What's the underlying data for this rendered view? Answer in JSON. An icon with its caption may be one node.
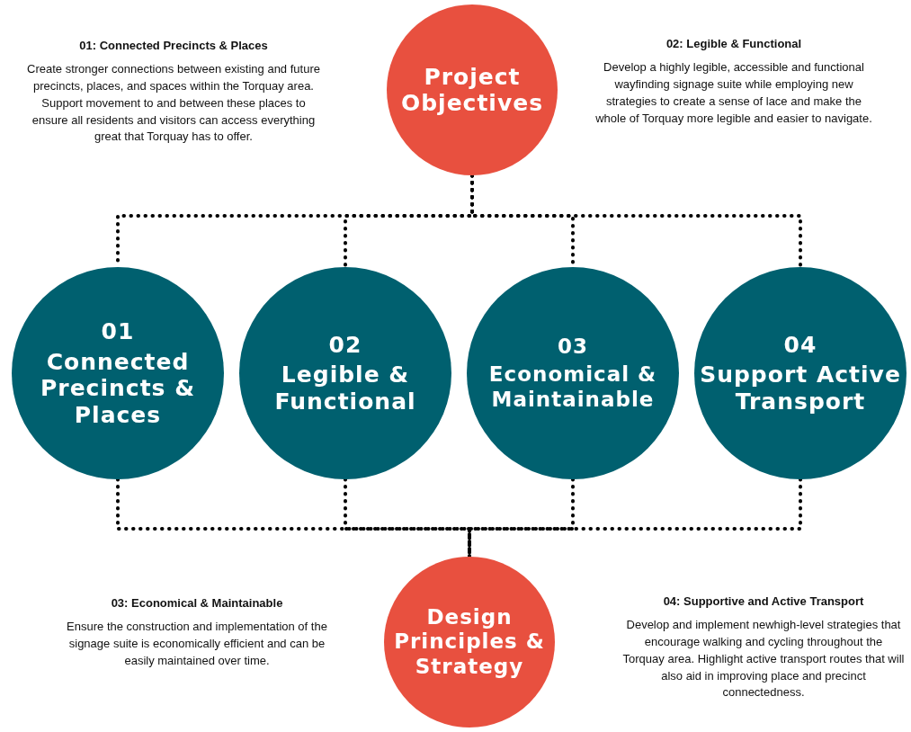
{
  "diagram": {
    "nodes": [
      {
        "text": [
          "Project Objectives"
        ]
      },
      {
        "text": [
          "01",
          "Connected Precincts & Places"
        ]
      },
      {
        "text": [
          "02",
          "Legible & Functional"
        ]
      },
      {
        "text": [
          "03",
          "Economical & Maintainable"
        ]
      },
      {
        "text": [
          "04",
          "Support Active Transport"
        ]
      },
      {
        "text": [
          "Design Principles & Strategy"
        ]
      }
    ],
    "edges": [
      {
        "from": 0,
        "to": 1,
        "arrow": "none",
        "style": "dashed"
      },
      {
        "from": 0,
        "to": 2,
        "arrow": "none",
        "style": "dashed"
      },
      {
        "from": 0,
        "to": 3,
        "arrow": "none",
        "style": "dashed"
      },
      {
        "from": 0,
        "to": 4,
        "arrow": "none",
        "style": "dashed"
      },
      {
        "from": 1,
        "to": 5,
        "arrow": "none",
        "style": "dashed"
      },
      {
        "from": 2,
        "to": 5,
        "arrow": "none",
        "style": "dashed"
      },
      {
        "from": 3,
        "to": 5,
        "arrow": "none",
        "style": "dashed"
      },
      {
        "from": 4,
        "to": 5,
        "arrow": "none",
        "style": "dashed"
      }
    ],
    "labels": [
      "01: Connected Precincts & Places",
      "Create stronger connections between existing and future precincts, places, and spaces within the Torquay area. Support movement to and between these places to ensure all residents and visitors can access everything great that Torquay has to offer.",
      "02: Legible & Functional",
      "Develop a highly legible, accessible and functional wayfinding signage suite while employing new strategies to create a sense of lace and make the whole of Torquay more legible and easier to navigate.",
      "03: Economical & Maintainable",
      "Ensure the construction and implementation of the signage suite is economically efficient and can be easily maintained over time.",
      "04: Supportive and Active Transport",
      "Develop and implement newhigh-level strategies that encourage walking and cycling throughout the Torquay area. Highlight active transport routes that will also aid in improving place and precinct connectedness."
    ]
  }
}
